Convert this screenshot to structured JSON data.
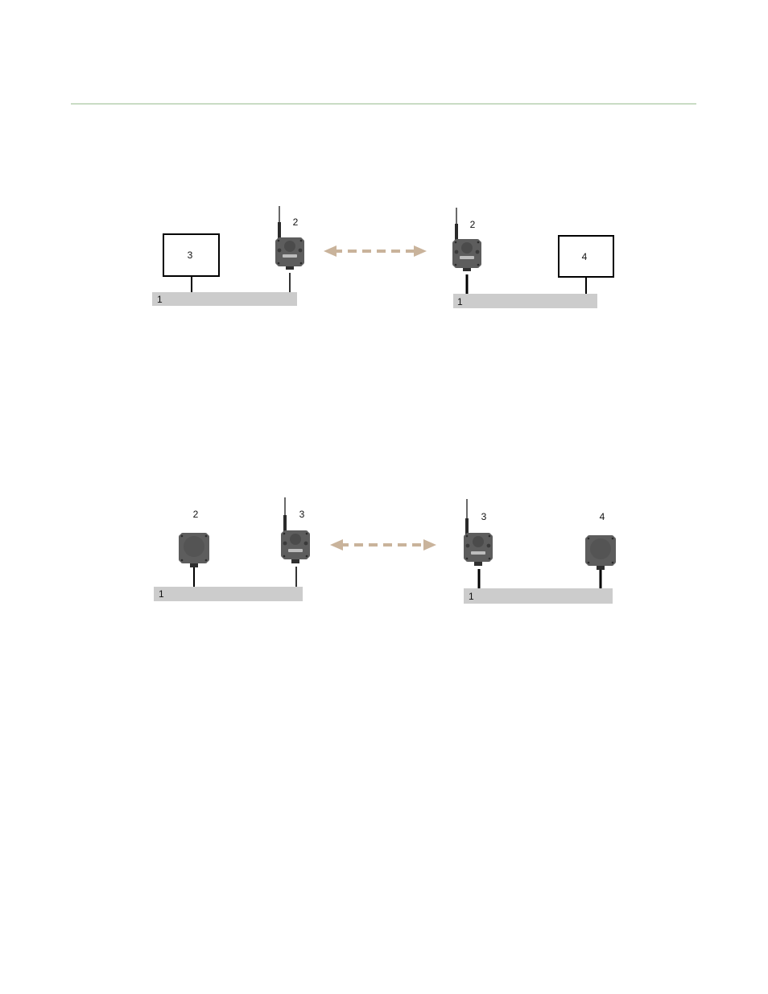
{
  "colors": {
    "header_rule": "#c9dcc4",
    "bus_bar": "#cccccc",
    "arrow": "#c9b39b",
    "device_body": "#5d5d5d",
    "device_dark": "#3a3a3a"
  },
  "diagram_top": {
    "left_bus_label": "1",
    "left_radio_label": "2",
    "left_box_label": "3",
    "right_bus_label": "1",
    "right_radio_label": "2",
    "right_box_label": "4"
  },
  "diagram_bottom": {
    "left_bus_label": "1",
    "left_node_label": "2",
    "left_radio_label": "3",
    "right_bus_label": "1",
    "right_radio_label": "3",
    "right_node_label": "4"
  }
}
